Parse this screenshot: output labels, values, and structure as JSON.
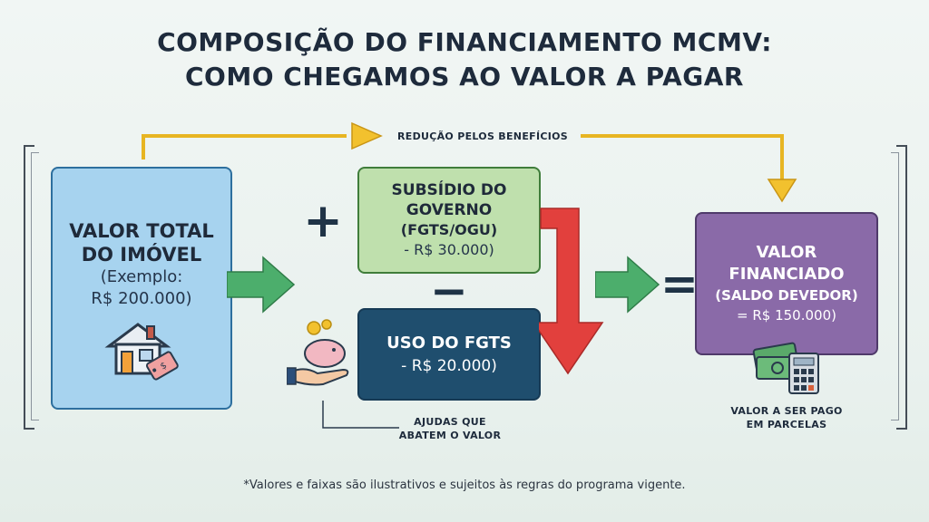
{
  "title": {
    "line1": "COMPOSIÇÃO DO FINANCIAMENTO MCMV:",
    "line2": "COMO CHEGAMOS AO VALOR A PAGAR"
  },
  "flow_label": "REDUÇÃO PELOS BENEFÍCIOS",
  "box_total": {
    "line1": "VALOR TOTAL",
    "line2": "DO IMÓVEL",
    "line3": "(Exemplo:",
    "line4": "R$ 200.000)"
  },
  "box_subsidio": {
    "line1": "SUBSÍDIO DO",
    "line2": "GOVERNO",
    "line3": "(FGTS/OGU)",
    "line4": "- R$ 30.000)"
  },
  "box_fgts": {
    "line1": "USO DO FGTS",
    "line2": "- R$ 20.000)"
  },
  "box_financiado": {
    "line1": "VALOR",
    "line2": "FINANCIADO",
    "line3": "(SALDO DEVEDOR)",
    "line4": "= R$ 150.000)"
  },
  "ajudas_label": {
    "line1": "AJUDAS QUE",
    "line2": "ABATEM O VALOR"
  },
  "parcelas_label": {
    "line1": "VALOR A SER PAGO",
    "line2": "EM PARCELAS"
  },
  "operators": {
    "plus": "+",
    "minus": "−",
    "equals": "="
  },
  "footnote": "*Valores e faixas são ilustrativos e sujeitos às regras do programa vigente.",
  "colors": {
    "total_fill": "#a7d3ef",
    "total_border": "#2d6f9e",
    "subsidio_fill": "#bfe0ad",
    "subsidio_border": "#3f7d3a",
    "fgts_fill": "#1f4e6e",
    "fgts_border": "#163a55",
    "financiado_fill": "#8a6aa8",
    "financiado_border": "#4f3a6a",
    "green_arrow": "#4cae6c",
    "red_arrow": "#e2403d",
    "yellow_arrow": "#f2c12e"
  },
  "icons": [
    "house-icon",
    "price-tag-icon",
    "piggy-bank-hand-icon",
    "money-calculator-icon",
    "arrow-icons"
  ]
}
